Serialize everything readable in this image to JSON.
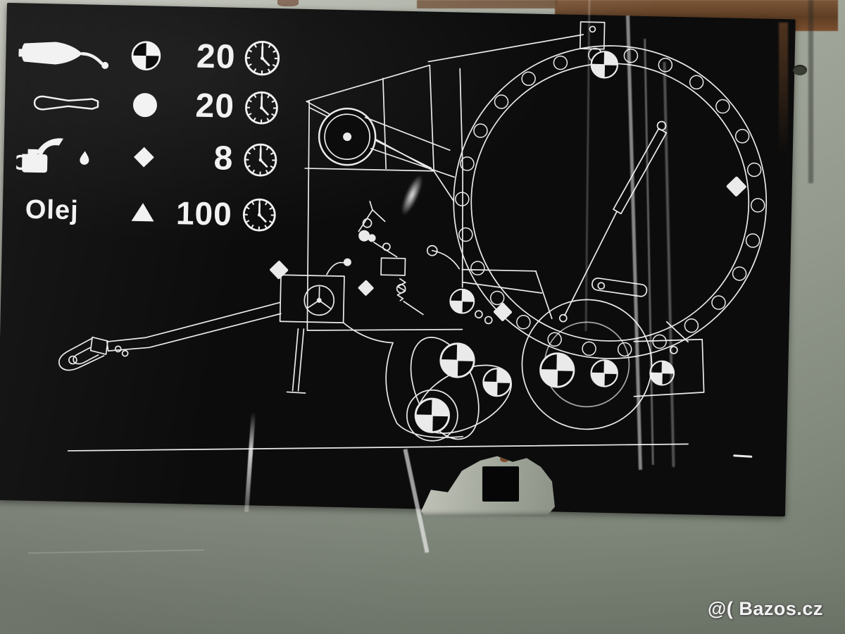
{
  "colors": {
    "panel_grey_green": "#9ba096",
    "plate_black": "#0c0c0c",
    "line_white": "#eaeaea",
    "rust_brown": "#6e4a2e"
  },
  "legend": {
    "rows": [
      {
        "tool_icon": "grease-gun-icon",
        "symbol_icon": "quartered-circle-symbol",
        "interval": "20",
        "interval_unit_icon": "clock-icon"
      },
      {
        "tool_icon": "grease-coupler-icon",
        "symbol_icon": "filled-circle-symbol",
        "interval": "20",
        "interval_unit_icon": "clock-icon"
      },
      {
        "tool_icon": "oil-can-icon",
        "symbol_icon": "diamond-symbol",
        "interval": "8",
        "interval_unit_icon": "clock-icon"
      },
      {
        "tool_label": "Olej",
        "symbol_icon": "triangle-symbol",
        "interval": "100",
        "interval_unit_icon": "clock-icon"
      }
    ]
  },
  "diagram": {
    "icon": "round-baler-lubrication-diagram"
  },
  "watermark": {
    "text": "@( Bazos.cz"
  }
}
